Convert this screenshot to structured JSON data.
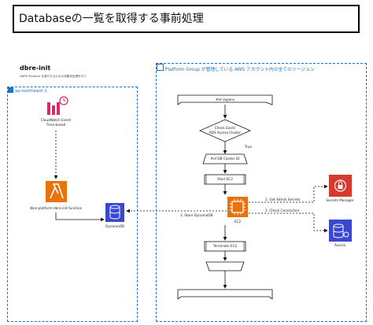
{
  "title": "Databaseの一覧を取得する事前処理",
  "app": {
    "name": "dbre-init",
    "description": "DBRE Platform を実行するための初期化処理を行う"
  },
  "region": {
    "label": "ap-northeast-1"
  },
  "account": {
    "label": "Platform Group が管理している AWS アカウント内の全てのリージョン"
  },
  "nodes": {
    "cloudwatch": {
      "line1": "CloudWatch Event",
      "line2": "Time-based"
    },
    "lambda": "dbre-platform-dbre-init-function",
    "dynamodb": "DynamoDB",
    "ec2": "EC2",
    "secrets": "Secrets Manager",
    "aurora": "Aurora"
  },
  "flow": {
    "loop_regions": "#of regions",
    "check_line1": "Check Exists",
    "check_line2": "RDS Aurora Cluster",
    "true_label": "True",
    "loop_clusters": "#of DB Cluster ID",
    "start": "Start EC2",
    "terminate": "Terminate EC2"
  },
  "edges": {
    "get_secrets": "1. Get Admin Secrets",
    "check_conn": "2. Check Connection",
    "store": "3. Store DynamoDB"
  },
  "colors": {
    "compute": "#e8730c",
    "database": "#3a48d0",
    "security": "#d63a2f",
    "management": "#d62a6a",
    "border_blue": "#1a73c9"
  }
}
